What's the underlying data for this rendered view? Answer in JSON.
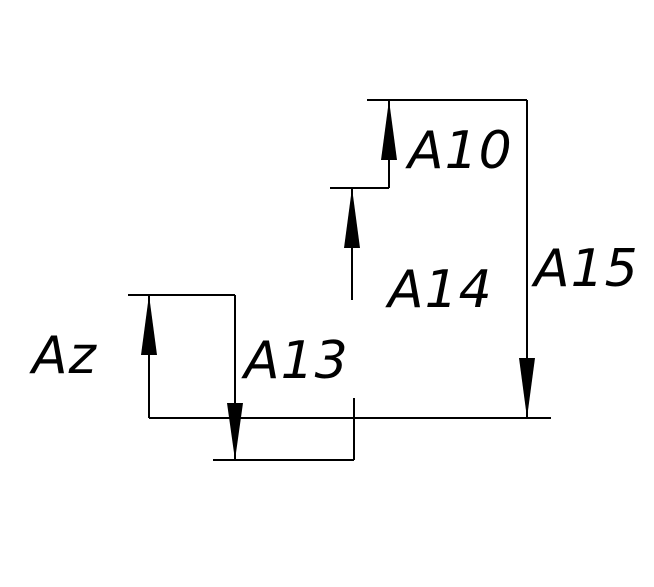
{
  "dimensions": {
    "az": "Az",
    "a10": "A10",
    "a13": "A13",
    "a14": "A14",
    "a15": "A15"
  }
}
